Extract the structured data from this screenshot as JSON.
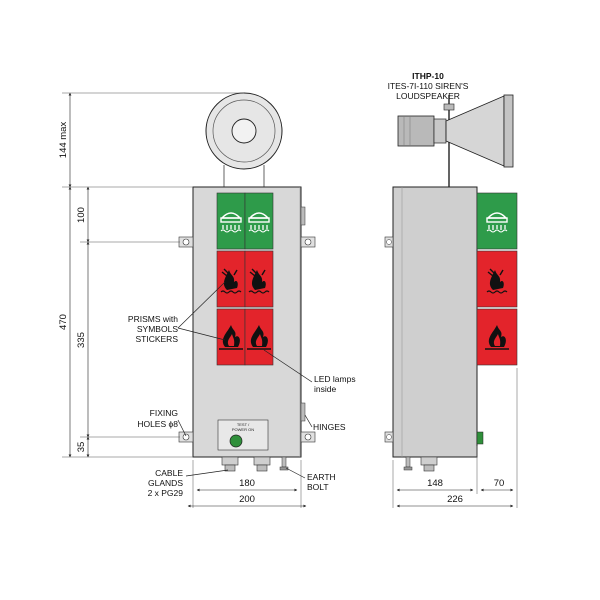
{
  "colors": {
    "enclosure": "#d8d8d8",
    "enclosure_side": "#cfcfcf",
    "green_panel": "#2e9b4a",
    "red_panel": "#e3242b",
    "button_green": "#2f8f3a",
    "horn": "#b9b9b9"
  },
  "icons": {
    "green_panel_symbol": "sprinkler-icon",
    "red_top_symbol": "fire-extinguishing-icon",
    "red_bottom_symbol": "flame-icon"
  },
  "front_view": {
    "dims": {
      "siren_height": "144 max",
      "top_section": "100",
      "total_height": "470",
      "middle_section": "335",
      "bottom_section": "35",
      "inner_width": "180",
      "outer_width": "200"
    },
    "labels": {
      "prisms_line1": "PRISMS with",
      "prisms_line2": "SYMBOLS",
      "prisms_line3": "STICKERS",
      "led_line1": "LED lamps",
      "led_line2": "inside",
      "fixing_line1": "FIXING",
      "fixing_line2": "HOLES ϕ8",
      "hinges": "HINGES",
      "cable_line1": "CABLE",
      "cable_line2": "GLANDS",
      "cable_line3": "2 x PG29",
      "earth_line1": "EARTH",
      "earth_line2": "BOLT"
    },
    "test_plate_line1": "TEST /",
    "test_plate_line2": "POWER ON"
  },
  "side_view": {
    "title_line1": "ITHP-10",
    "title_line2": "ITES-7I-110 SIREN'S",
    "title_line3": "LOUDSPEAKER",
    "dims": {
      "body_depth": "148",
      "panel_depth": "70",
      "total_depth": "226"
    }
  }
}
